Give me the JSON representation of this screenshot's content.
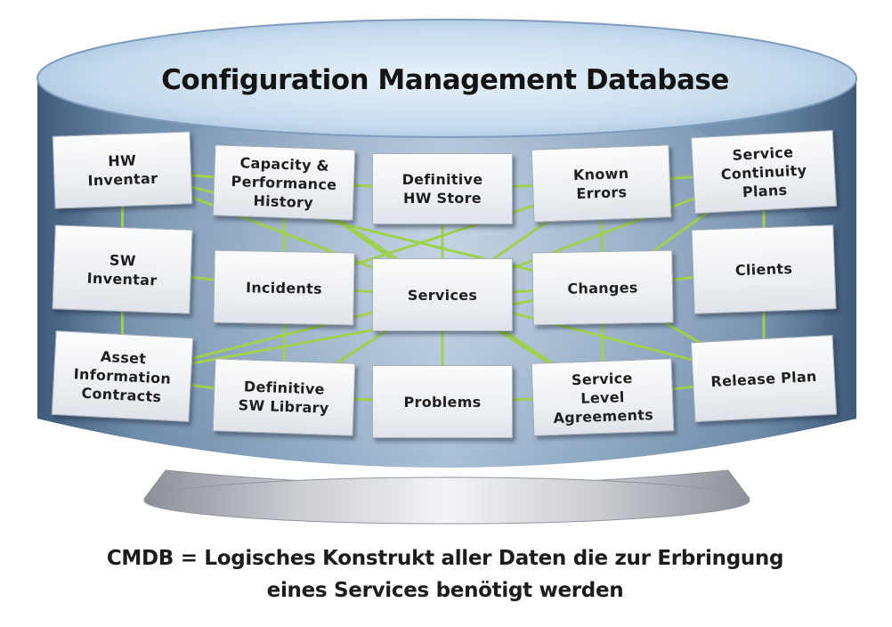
{
  "title": "Configuration Management Database",
  "nodes": {
    "hw_inventar": "HW\nInventar",
    "capacity": "Capacity &\nPerformance\nHistory",
    "definitive_hw": "Definitive\nHW Store",
    "known_errors": "Known\nErrors",
    "service_continuity": "Service\nContinuity\nPlans",
    "sw_inventar": "SW\nInventar",
    "incidents": "Incidents",
    "services": "Services",
    "changes": "Changes",
    "clients": "Clients",
    "asset_info": "Asset\nInformation\nContracts",
    "definitive_sw": "Definitive\nSW Library",
    "problems": "Problems",
    "sla": "Service\nLevel\nAgreements",
    "release_plan": "Release Plan"
  },
  "caption": {
    "line1": "CMDB = Logisches Konstrukt aller Daten die zur Erbringung",
    "line2": "eines Services benötigt werden"
  },
  "colors": {
    "connector": "#9fd04f",
    "cylinder_body": "#5f7b9a",
    "cylinder_top": "#c9dced",
    "base": "#b9bdc3"
  }
}
